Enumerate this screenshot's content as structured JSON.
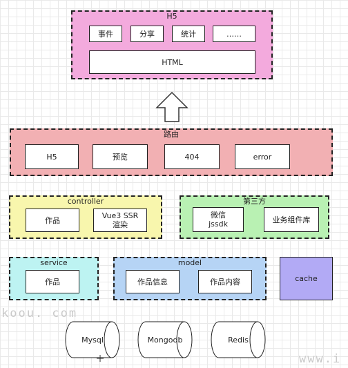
{
  "h5_layer": {
    "title": "H5",
    "items": [
      "事件",
      "分享",
      "统计",
      "……"
    ],
    "base": "HTML"
  },
  "router_layer": {
    "title": "路由",
    "items": [
      "H5",
      "预览",
      "404",
      "error"
    ]
  },
  "controller_layer": {
    "title": "controller",
    "items": [
      "作品",
      "Vue3 SSR\n渲染"
    ]
  },
  "third_party_layer": {
    "title": "第三方",
    "items": [
      "微信\njssdk",
      "业务组件库"
    ]
  },
  "service_layer": {
    "title": "service",
    "items": [
      "作品"
    ]
  },
  "model_layer": {
    "title": "model",
    "items": [
      "作品信息",
      "作品内容"
    ]
  },
  "cache_box": {
    "label": "cache"
  },
  "databases": [
    "Mysql",
    "Mongodb",
    "Redis"
  ],
  "watermarks": {
    "left": "koou. com",
    "right": "www.i"
  },
  "colors": {
    "h5": "#f3aadd",
    "router": "#f2b0b3",
    "controller": "#f8f6ad",
    "third_party": "#b9f1b3",
    "service": "#bdf3f2",
    "model": "#b6d4f5",
    "cache": "#b2aaf5"
  }
}
